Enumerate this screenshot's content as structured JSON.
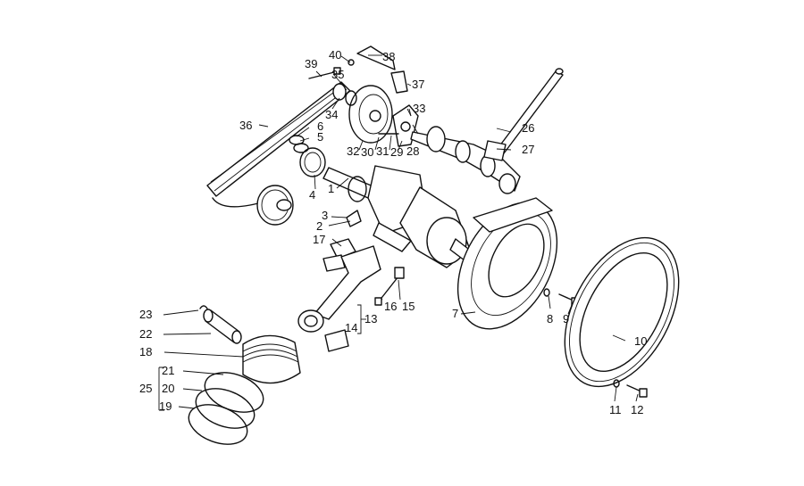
{
  "diagram": {
    "callouts": {
      "c1": "1",
      "c2": "2",
      "c3": "3",
      "c4": "4",
      "c5": "5",
      "c6": "6",
      "c7": "7",
      "c8": "8",
      "c9": "9",
      "c10": "10",
      "c11": "11",
      "c12": "12",
      "c13": "13",
      "c14": "14",
      "c15": "15",
      "c16": "16",
      "c17": "17",
      "c18": "18",
      "c19": "19",
      "c20": "20",
      "c21": "21",
      "c22": "22",
      "c23": "23",
      "c25": "25",
      "c26": "26",
      "c27": "27",
      "c28": "28",
      "c29": "29",
      "c30": "30",
      "c31": "31",
      "c32": "32",
      "c33": "33",
      "c34": "34",
      "c35": "35",
      "c36": "36",
      "c37": "37",
      "c38": "38",
      "c39": "39",
      "c40": "40"
    }
  }
}
